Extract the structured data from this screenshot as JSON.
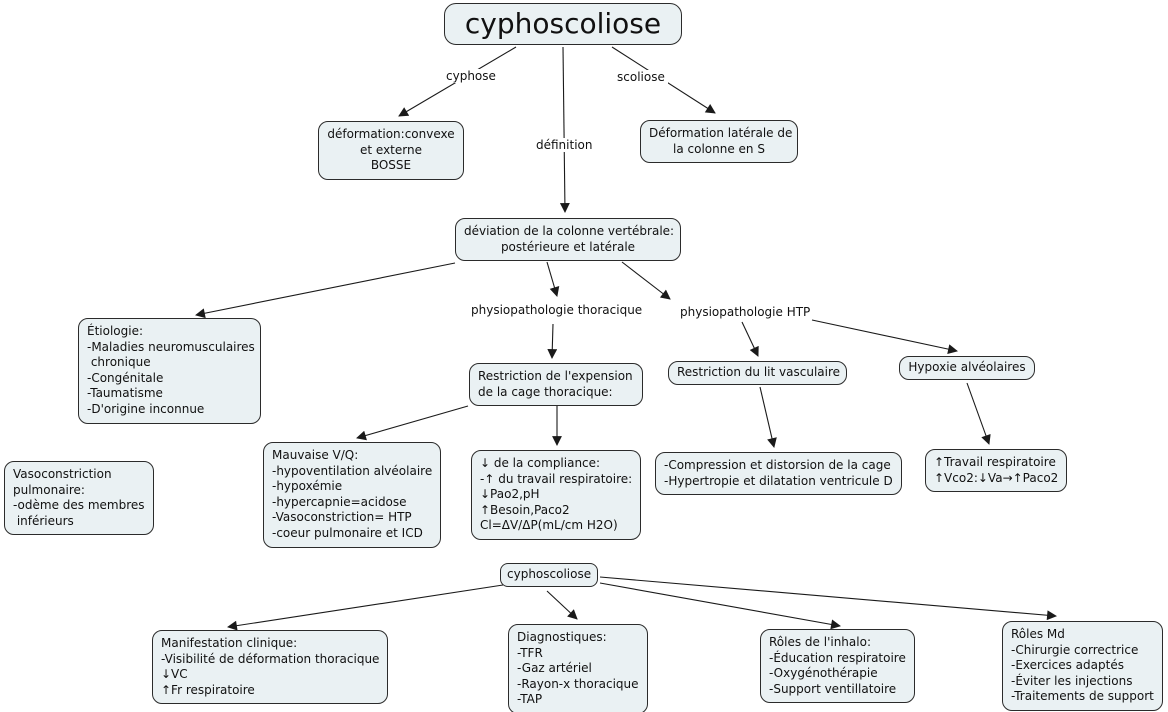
{
  "colors": {
    "node_fill": "#eaf1f3",
    "node_border": "#2b2b2b",
    "arrow": "#1a1a1a",
    "background": "#ffffff"
  },
  "nodes": {
    "title": {
      "text": "cyphoscoliose"
    },
    "deformation_convexe": {
      "text": "déformation:convexe\net externe\nBOSSE"
    },
    "deformation_laterale": {
      "text": "Déformation latérale de\nla colonne en S"
    },
    "deviation": {
      "text": "déviation de la colonne vertébrale:\npostérieure et latérale"
    },
    "etiologie": {
      "text": "Étiologie:\n-Maladies neuromusculaires\n chronique\n-Congénitale\n-Taumatisme\n-D'origine inconnue"
    },
    "restriction_expension": {
      "text": "Restriction de l'expension\nde la cage thoracique:"
    },
    "restriction_lit_vasculaire": {
      "text": "Restriction du lit vasculaire"
    },
    "hypoxie_alveolaires": {
      "text": "Hypoxie alvéolaires"
    },
    "mauvaise_vq": {
      "text": "Mauvaise V/Q:\n-hypoventilation alvéolaire\n-hypoxémie\n-hypercapnie=acidose\n-Vasoconstriction= HTP\n-coeur pulmonaire et ICD"
    },
    "compliance": {
      "text": "↓ de la compliance:\n-↑ du travail respiratoire:\n↓Pao2,pH\n↑Besoin,Paco2\nCl=ΔV/ΔP(mL/cm H2O)"
    },
    "compression": {
      "text": "-Compression et distorsion de la cage\n-Hypertropie et dilatation ventricule D"
    },
    "travail_respiratoire": {
      "text": "↑Travail respiratoire\n↑Vco2:↓Va→↑Paco2"
    },
    "vasoconstriction": {
      "text": "Vasoconstriction\npulmonaire:\n-odème des membres\n inférieurs"
    },
    "cyphoscoliose_small": {
      "text": "cyphoscoliose"
    },
    "manifestation": {
      "text": "Manifestation clinique:\n-Visibilité de déformation thoracique\n↓VC\n↑Fr respiratoire"
    },
    "diagnostiques": {
      "text": "Diagnostiques:\n-TFR\n-Gaz artériel\n-Rayon-x thoracique\n-TAP"
    },
    "roles_inhalo": {
      "text": "Rôles de l'inhalo:\n-Éducation respiratoire\n-Oxygénothérapie\n-Support ventillatoire"
    },
    "roles_md": {
      "text": "Rôles Md\n-Chirurgie correctrice\n-Exercices adaptés\n-Éviter les injections\n-Traitements de support"
    }
  },
  "edge_labels": {
    "cyphose": "cyphose",
    "scoliose": "scoliose",
    "definition": "définition",
    "physiopathologie_thoracique": "physiopathologie thoracique",
    "physiopathologie_htp": "physiopathologie HTP"
  },
  "edges": [
    {
      "from": "title",
      "to": "deformation_convexe",
      "label": "cyphose"
    },
    {
      "from": "title",
      "to": "deviation",
      "label": "définition"
    },
    {
      "from": "title",
      "to": "deformation_laterale",
      "label": "scoliose"
    },
    {
      "from": "deviation",
      "to": "etiologie",
      "label": ""
    },
    {
      "from": "deviation",
      "to": "restriction_expension",
      "label": "physiopathologie thoracique"
    },
    {
      "from": "deviation",
      "to": "restriction_lit_vasculaire",
      "label": "physiopathologie HTP"
    },
    {
      "from": "deviation",
      "to": "hypoxie_alveolaires",
      "label": "physiopathologie HTP"
    },
    {
      "from": "restriction_expension",
      "to": "mauvaise_vq",
      "label": ""
    },
    {
      "from": "restriction_expension",
      "to": "compliance",
      "label": ""
    },
    {
      "from": "restriction_lit_vasculaire",
      "to": "compression",
      "label": ""
    },
    {
      "from": "hypoxie_alveolaires",
      "to": "travail_respiratoire",
      "label": ""
    },
    {
      "from": "cyphoscoliose_small",
      "to": "manifestation",
      "label": ""
    },
    {
      "from": "cyphoscoliose_small",
      "to": "diagnostiques",
      "label": ""
    },
    {
      "from": "cyphoscoliose_small",
      "to": "roles_inhalo",
      "label": ""
    },
    {
      "from": "cyphoscoliose_small",
      "to": "roles_md",
      "label": ""
    }
  ]
}
